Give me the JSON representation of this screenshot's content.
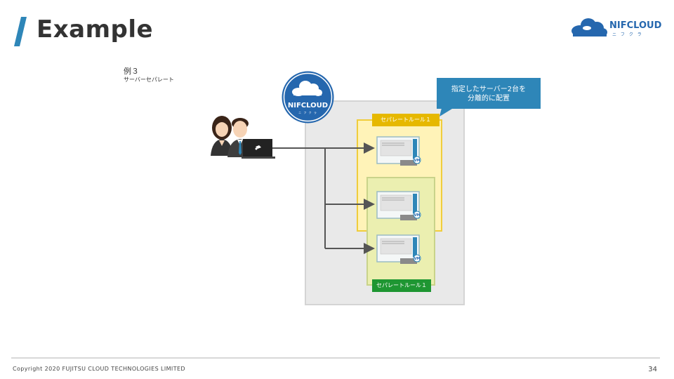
{
  "header": {
    "title": "Example"
  },
  "logo": {
    "text": "NIFCLOUD",
    "sub": "ニ フ ク ラ",
    "brand_color": "#2567ae"
  },
  "example": {
    "label": "例３",
    "subtitle": "サーバーセパレート"
  },
  "callout": {
    "line1": "指定したサーバー2台を",
    "line2": "分離的に配置",
    "color": "#2e86b8"
  },
  "badge": {
    "text": "NIFCLOUD",
    "sub": "ニ フ ク ラ"
  },
  "rules": {
    "yellow_label": "セパレートルール１",
    "green_label": "セパレートルール１",
    "yellow_color": "#e6b800",
    "green_color": "#1e9632"
  },
  "vms": [
    {
      "label": "VM"
    },
    {
      "label": "VM"
    },
    {
      "label": "VM"
    }
  ],
  "footer": {
    "copyright": "Copyright 2020 FUJITSU CLOUD TECHNOLOGIES LIMITED",
    "page": "34"
  }
}
